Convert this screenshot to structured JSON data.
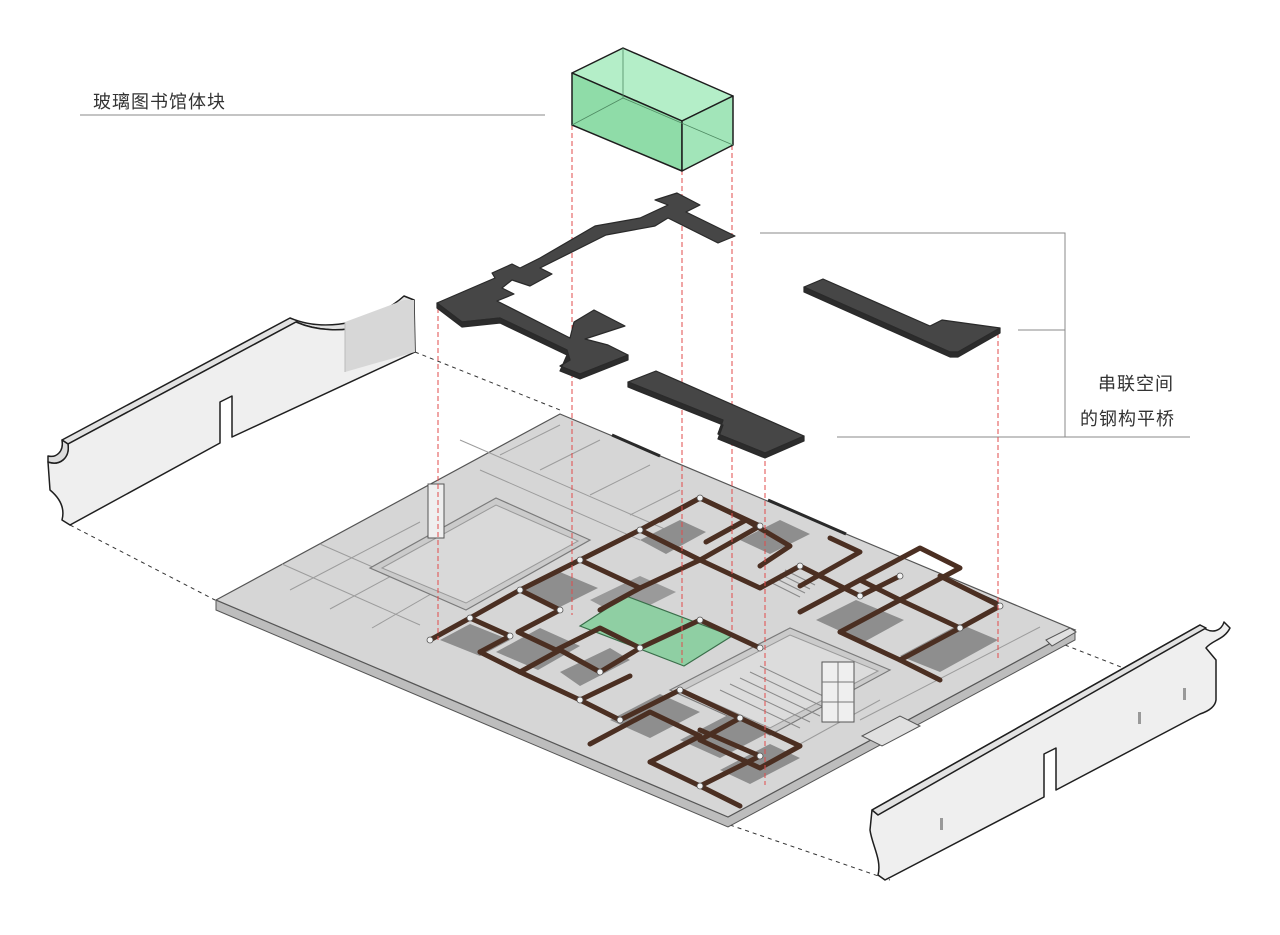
{
  "labels": {
    "glass_library": "玻璃图书馆体块",
    "bridge_line1": "串联空间",
    "bridge_line2": "的钢构平桥"
  },
  "colors": {
    "glass_top": "#b4eec8",
    "glass_side": "#a2e5b9",
    "glass_front": "#8fdca8",
    "glass_edge": "#1d1d1d",
    "bridge_fill": "#464646",
    "bridge_edge": "#2a2a2a",
    "wall_face": "#ececec",
    "wall_edge": "#1f1f1f",
    "floor_top": "#d6d6d6",
    "floor_side": "#bdbdbd",
    "beam": "#4b2f22",
    "dark_zone": "#8e8e8e",
    "courtyard_glass": "#8fcfa3",
    "guide_red": "#e24b4b",
    "leader_line": "#8a8a8a"
  },
  "icons": [
    "glass-volume-icon",
    "steel-bridge-icon",
    "wall-icon",
    "floor-plan-icon"
  ]
}
